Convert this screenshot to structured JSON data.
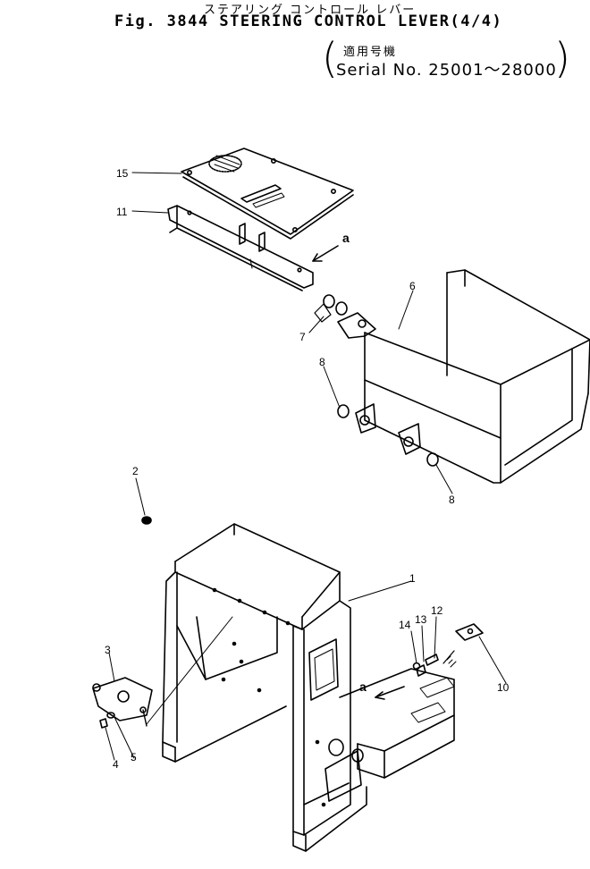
{
  "header": {
    "title_jp": "ステアリング コントロール レバー",
    "title": "Fig. 3844 STEERING CONTROL LEVER(4/4)",
    "serial_jp": "適用号機",
    "serial": "Serial No. 25001～28000"
  },
  "callouts": {
    "c1": "1",
    "c2": "2",
    "c3": "3",
    "c4": "4",
    "c5": "5",
    "c6": "6",
    "c7": "7",
    "c8a": "8",
    "c8b": "8",
    "c10": "10",
    "c11": "11",
    "c12": "12",
    "c13": "13",
    "c14": "14",
    "c15": "15"
  },
  "view_markers": {
    "upper": "a",
    "lower": "a"
  }
}
